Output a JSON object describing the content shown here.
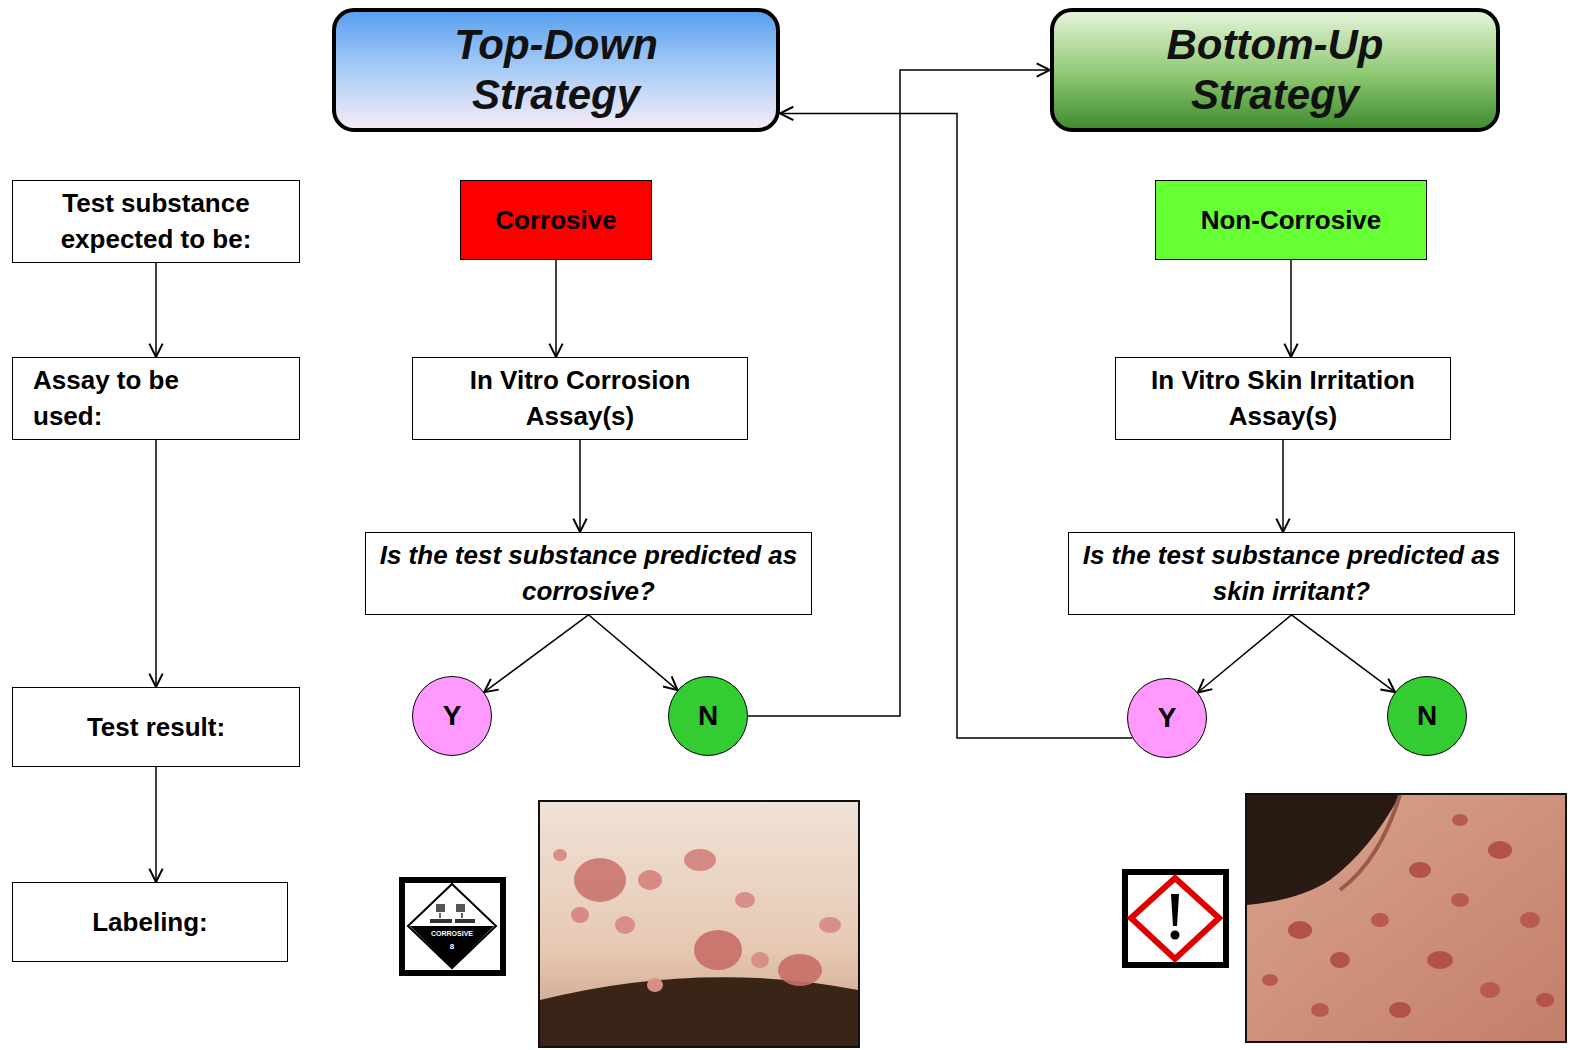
{
  "diagram": {
    "nodes": [
      {
        "text": [
          "Top-Down Strategy"
        ]
      },
      {
        "text": [
          "Bottom-Up Strategy"
        ]
      },
      {
        "text": [
          "Test substance expected to be:"
        ]
      },
      {
        "text": [
          "Corrosive"
        ]
      },
      {
        "text": [
          "Non-Corrosive"
        ]
      },
      {
        "text": [
          "Assay to be used:"
        ]
      },
      {
        "text": [
          "In Vitro Corrosion Assay(s)"
        ]
      },
      {
        "text": [
          "In Vitro Skin Irritation Assay(s)"
        ]
      },
      {
        "text": [
          "Is the test substance predicted as corrosive?"
        ]
      },
      {
        "text": [
          "Is the test substance predicted as skin irritant?"
        ]
      },
      {
        "text": [
          "Test result:"
        ]
      },
      {
        "text": [
          "Y"
        ]
      },
      {
        "text": [
          "N"
        ]
      },
      {
        "text": [
          "Y"
        ]
      },
      {
        "text": [
          "N"
        ]
      },
      {
        "text": [
          "Labeling:"
        ]
      }
    ],
    "edges": [
      {
        "from": 2,
        "to": 5,
        "arrow": "to"
      },
      {
        "from": 5,
        "to": 10,
        "arrow": "to"
      },
      {
        "from": 10,
        "to": 15,
        "arrow": "to"
      },
      {
        "from": 3,
        "to": 6,
        "arrow": "to"
      },
      {
        "from": 6,
        "to": 8,
        "arrow": "to"
      },
      {
        "from": 8,
        "to": 11,
        "arrow": "to"
      },
      {
        "from": 8,
        "to": 12,
        "arrow": "to"
      },
      {
        "from": 12,
        "to": 1,
        "arrow": "to"
      },
      {
        "from": 4,
        "to": 7,
        "arrow": "to"
      },
      {
        "from": 7,
        "to": 9,
        "arrow": "to"
      },
      {
        "from": 9,
        "to": 13,
        "arrow": "to"
      },
      {
        "from": 9,
        "to": 14,
        "arrow": "to"
      },
      {
        "from": 13,
        "to": 0,
        "arrow": "to"
      }
    ],
    "labels": [
      "CORROSIVE",
      "8"
    ]
  }
}
